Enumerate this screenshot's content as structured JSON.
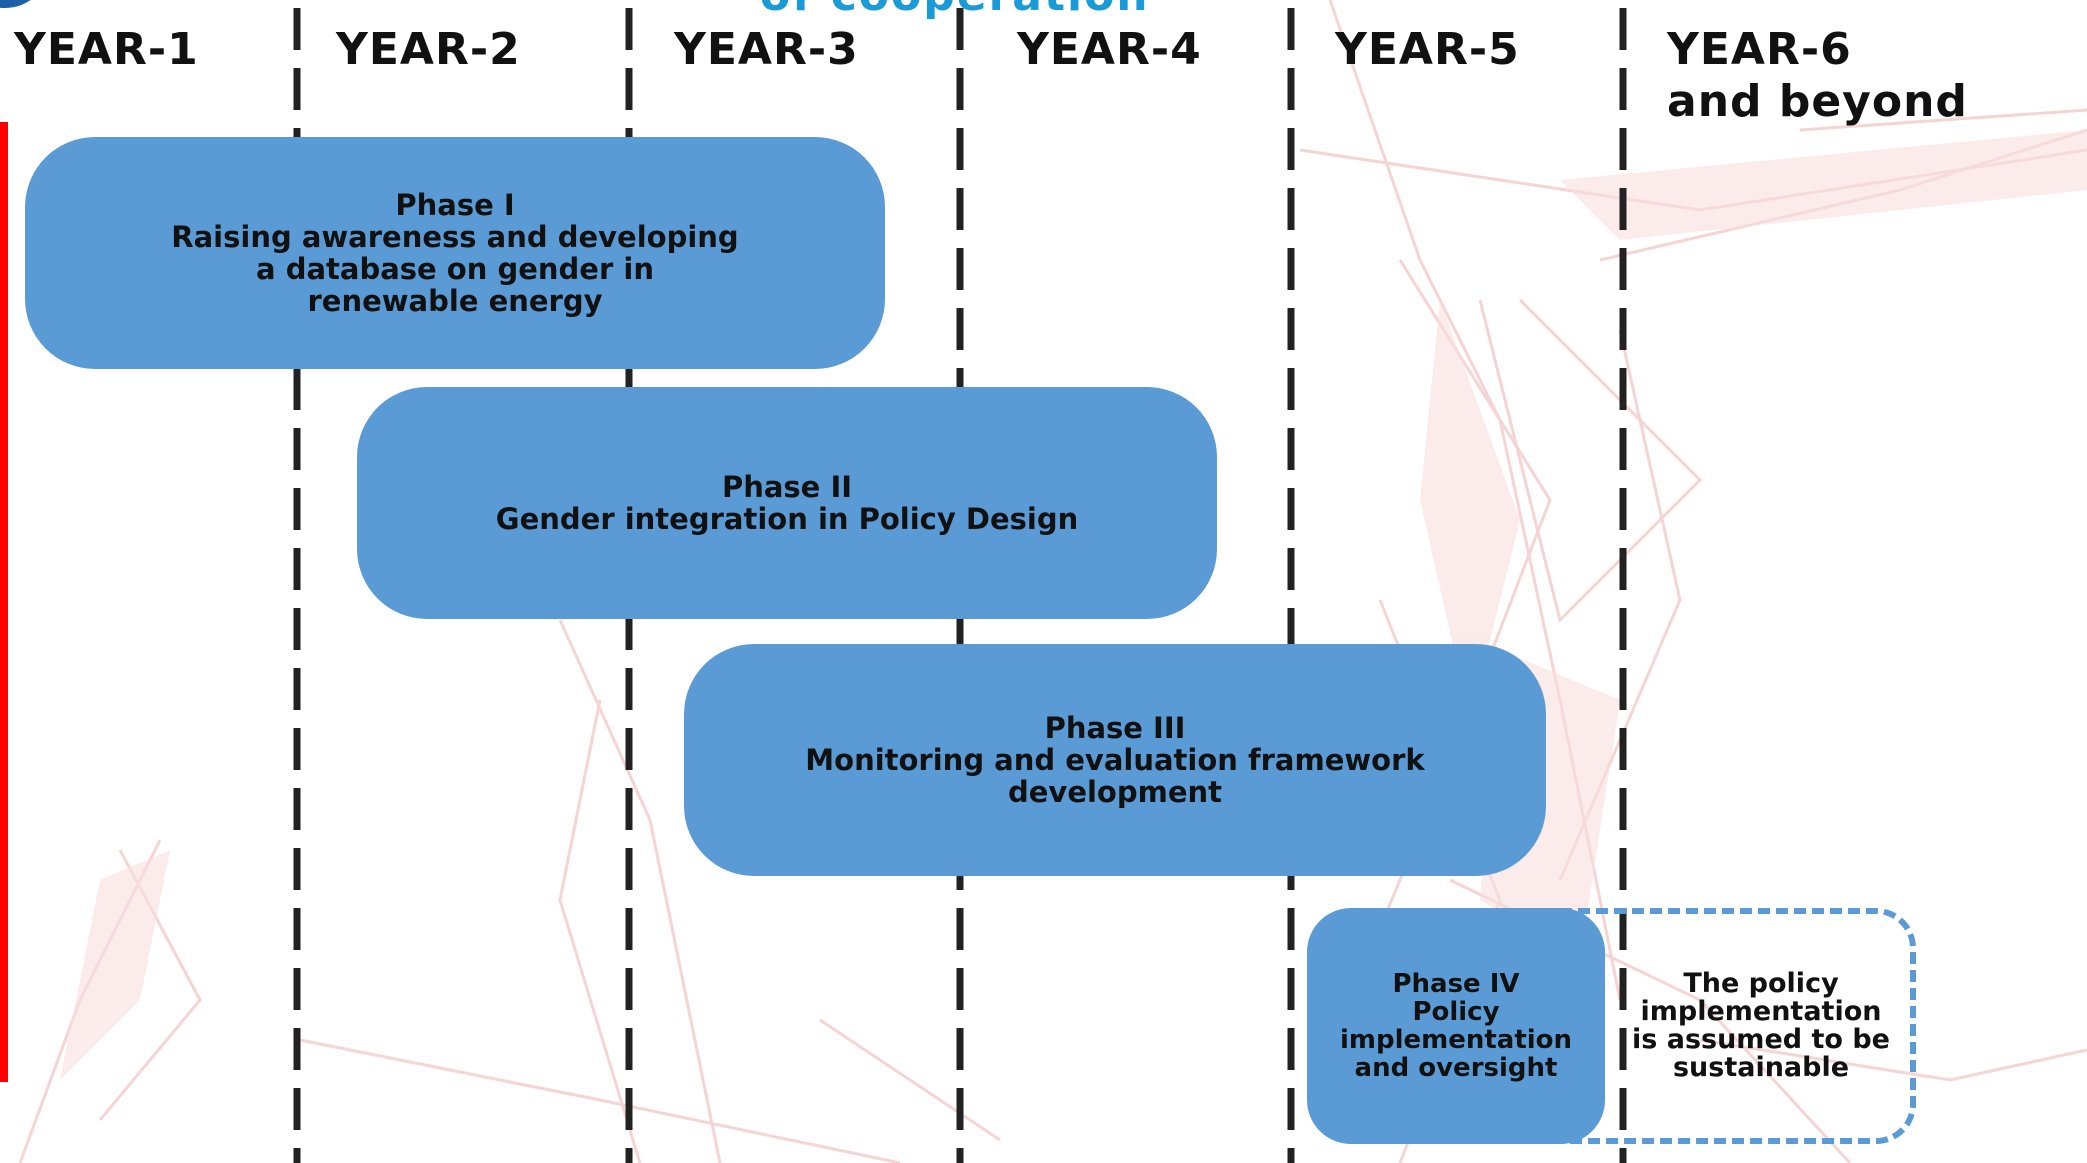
{
  "title_fragment": "of cooperation",
  "years": [
    "YEAR-1",
    "YEAR-2",
    "YEAR-3",
    "YEAR-4",
    "YEAR-5",
    "YEAR-6",
    "and beyond"
  ],
  "phases": [
    {
      "lines": [
        "Phase I",
        "Raising awareness and developing",
        "a database on gender in",
        "renewable energy"
      ]
    },
    {
      "lines": [
        "Phase II",
        "Gender integration in Policy Design"
      ]
    },
    {
      "lines": [
        "Phase III",
        "Monitoring and evaluation framework",
        "development"
      ]
    },
    {
      "lines": [
        "Phase IV",
        "Policy",
        "implementation",
        "and oversight"
      ]
    }
  ],
  "note": {
    "lines": [
      "The policy",
      "implementation",
      "is assumed to be",
      "sustainable"
    ]
  },
  "colors": {
    "phase_fill": "#5b9bd5",
    "divider": "#222222",
    "accent_red": "#ff0000",
    "title_blue": "#1a9ad6",
    "background_art": "#f4c9c9"
  }
}
